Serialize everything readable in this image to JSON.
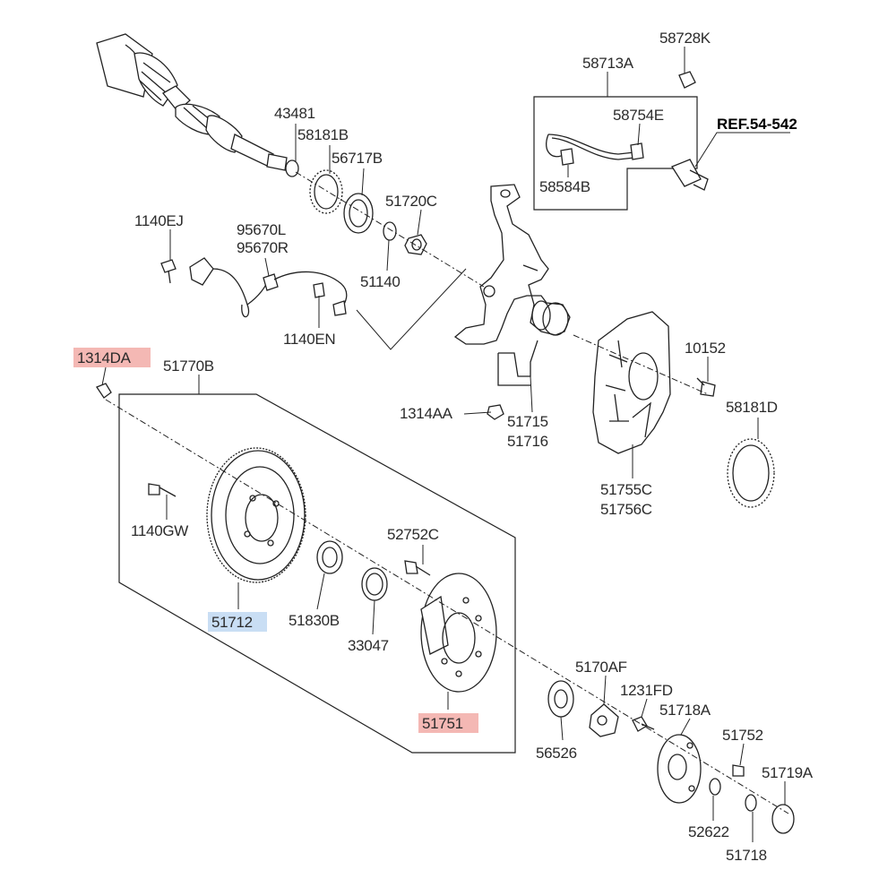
{
  "colors": {
    "highlight_red": "#f4b8b4",
    "highlight_blue": "#c9def4",
    "line": "#222222",
    "text": "#2b2b2b"
  },
  "reference": "REF.54-542",
  "labels": {
    "p43481": "43481",
    "p58181B": "58181B",
    "p56717B": "56717B",
    "p51720C": "51720C",
    "p51140": "51140",
    "p1140EJ": "1140EJ",
    "p95670L": "95670L",
    "p95670R": "95670R",
    "p1140EN": "1140EN",
    "p58713A": "58713A",
    "p58728K": "58728K",
    "p58754E": "58754E",
    "p58584B": "58584B",
    "p10152": "10152",
    "p58181D": "58181D",
    "p1314DA": "1314DA",
    "p51770B": "51770B",
    "p1314AA": "1314AA",
    "p51715": "51715",
    "p51716": "51716",
    "p51755C": "51755C",
    "p51756C": "51756C",
    "p1140GW": "1140GW",
    "p52752C": "52752C",
    "p51712": "51712",
    "p51830B": "51830B",
    "p33047": "33047",
    "p51751": "51751",
    "p5170AF": "5170AF",
    "p1231FD": "1231FD",
    "p51718A": "51718A",
    "p51752": "51752",
    "p51719A": "51719A",
    "p56526": "56526",
    "p52622": "52622",
    "p51718": "51718"
  },
  "highlighted_parts": {
    "red": [
      "1314DA",
      "51751"
    ],
    "blue": [
      "51712"
    ]
  }
}
